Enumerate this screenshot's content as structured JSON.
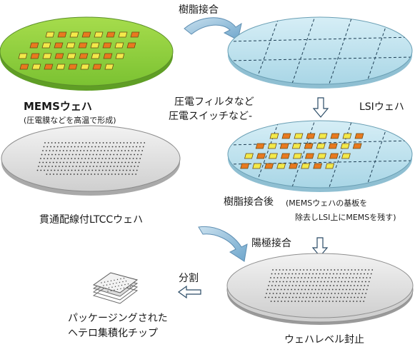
{
  "steps": {
    "resin_bond": "樹脂接合",
    "mems_wafer_title": "MEMSウェハ",
    "mems_wafer_note": "(圧電膜などを高温で形成)",
    "mems_examples_line1": "圧電フィルタなど",
    "mems_examples_line2": "圧電スイッチなど-",
    "lsi_wafer": "LSIウェハ",
    "after_resin_bond": "樹脂接合後",
    "after_resin_note_line1": "(MEMSウェハの基板を",
    "after_resin_note_line2": "除去しLSI上にMEMSを残す)",
    "ltcc_wafer": "貫通配線付LTCCウェハ",
    "anodic_bond": "陽極接合",
    "dicing": "分割",
    "packaged_line1": "パッケージングされた",
    "packaged_line2": "ヘテロ集積化チップ",
    "wafer_seal": "ウェハレベル封止"
  },
  "colors": {
    "mems_wafer": "#8fd13f",
    "lsi_wafer": "#bfe3ef",
    "ltcc_wafer": "#e0e0e0",
    "sealed_wafer": "#e3e3e3",
    "arrow": "#7fb0d2",
    "mems_chip": "#e8791f",
    "mems_chip_alt": "#f3e94a"
  },
  "icons": [
    "curved-arrow-icon",
    "down-arrow-icon",
    "left-arrow-icon"
  ]
}
